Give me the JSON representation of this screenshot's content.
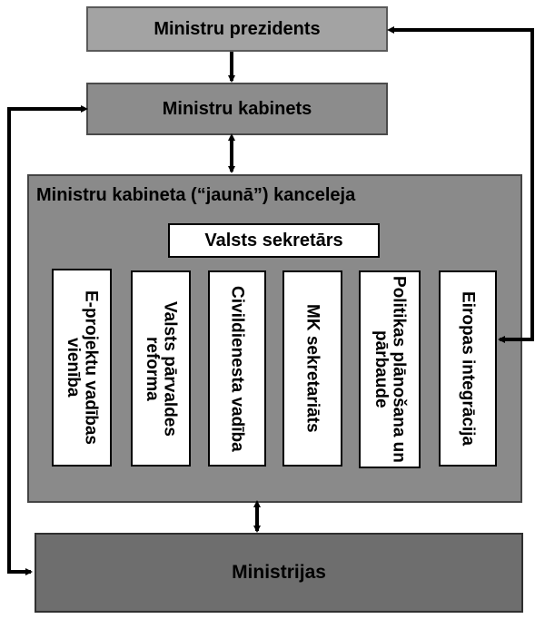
{
  "nodes": {
    "president": "Ministru prezidents",
    "cabinet": "Ministru kabinets",
    "chancellery": "Ministru kabineta (“jaunā”) kanceleja",
    "state_secretary": "Valsts sekretārs",
    "ministries": "Ministrijas"
  },
  "units": [
    "E-projektu vadības vienība",
    "Valsts pārvaldes reforma",
    "Civildienesta vadība",
    "MK sekretariāts",
    "Politikas plānošana un pārbaude",
    "Eiropas integrācija"
  ]
}
